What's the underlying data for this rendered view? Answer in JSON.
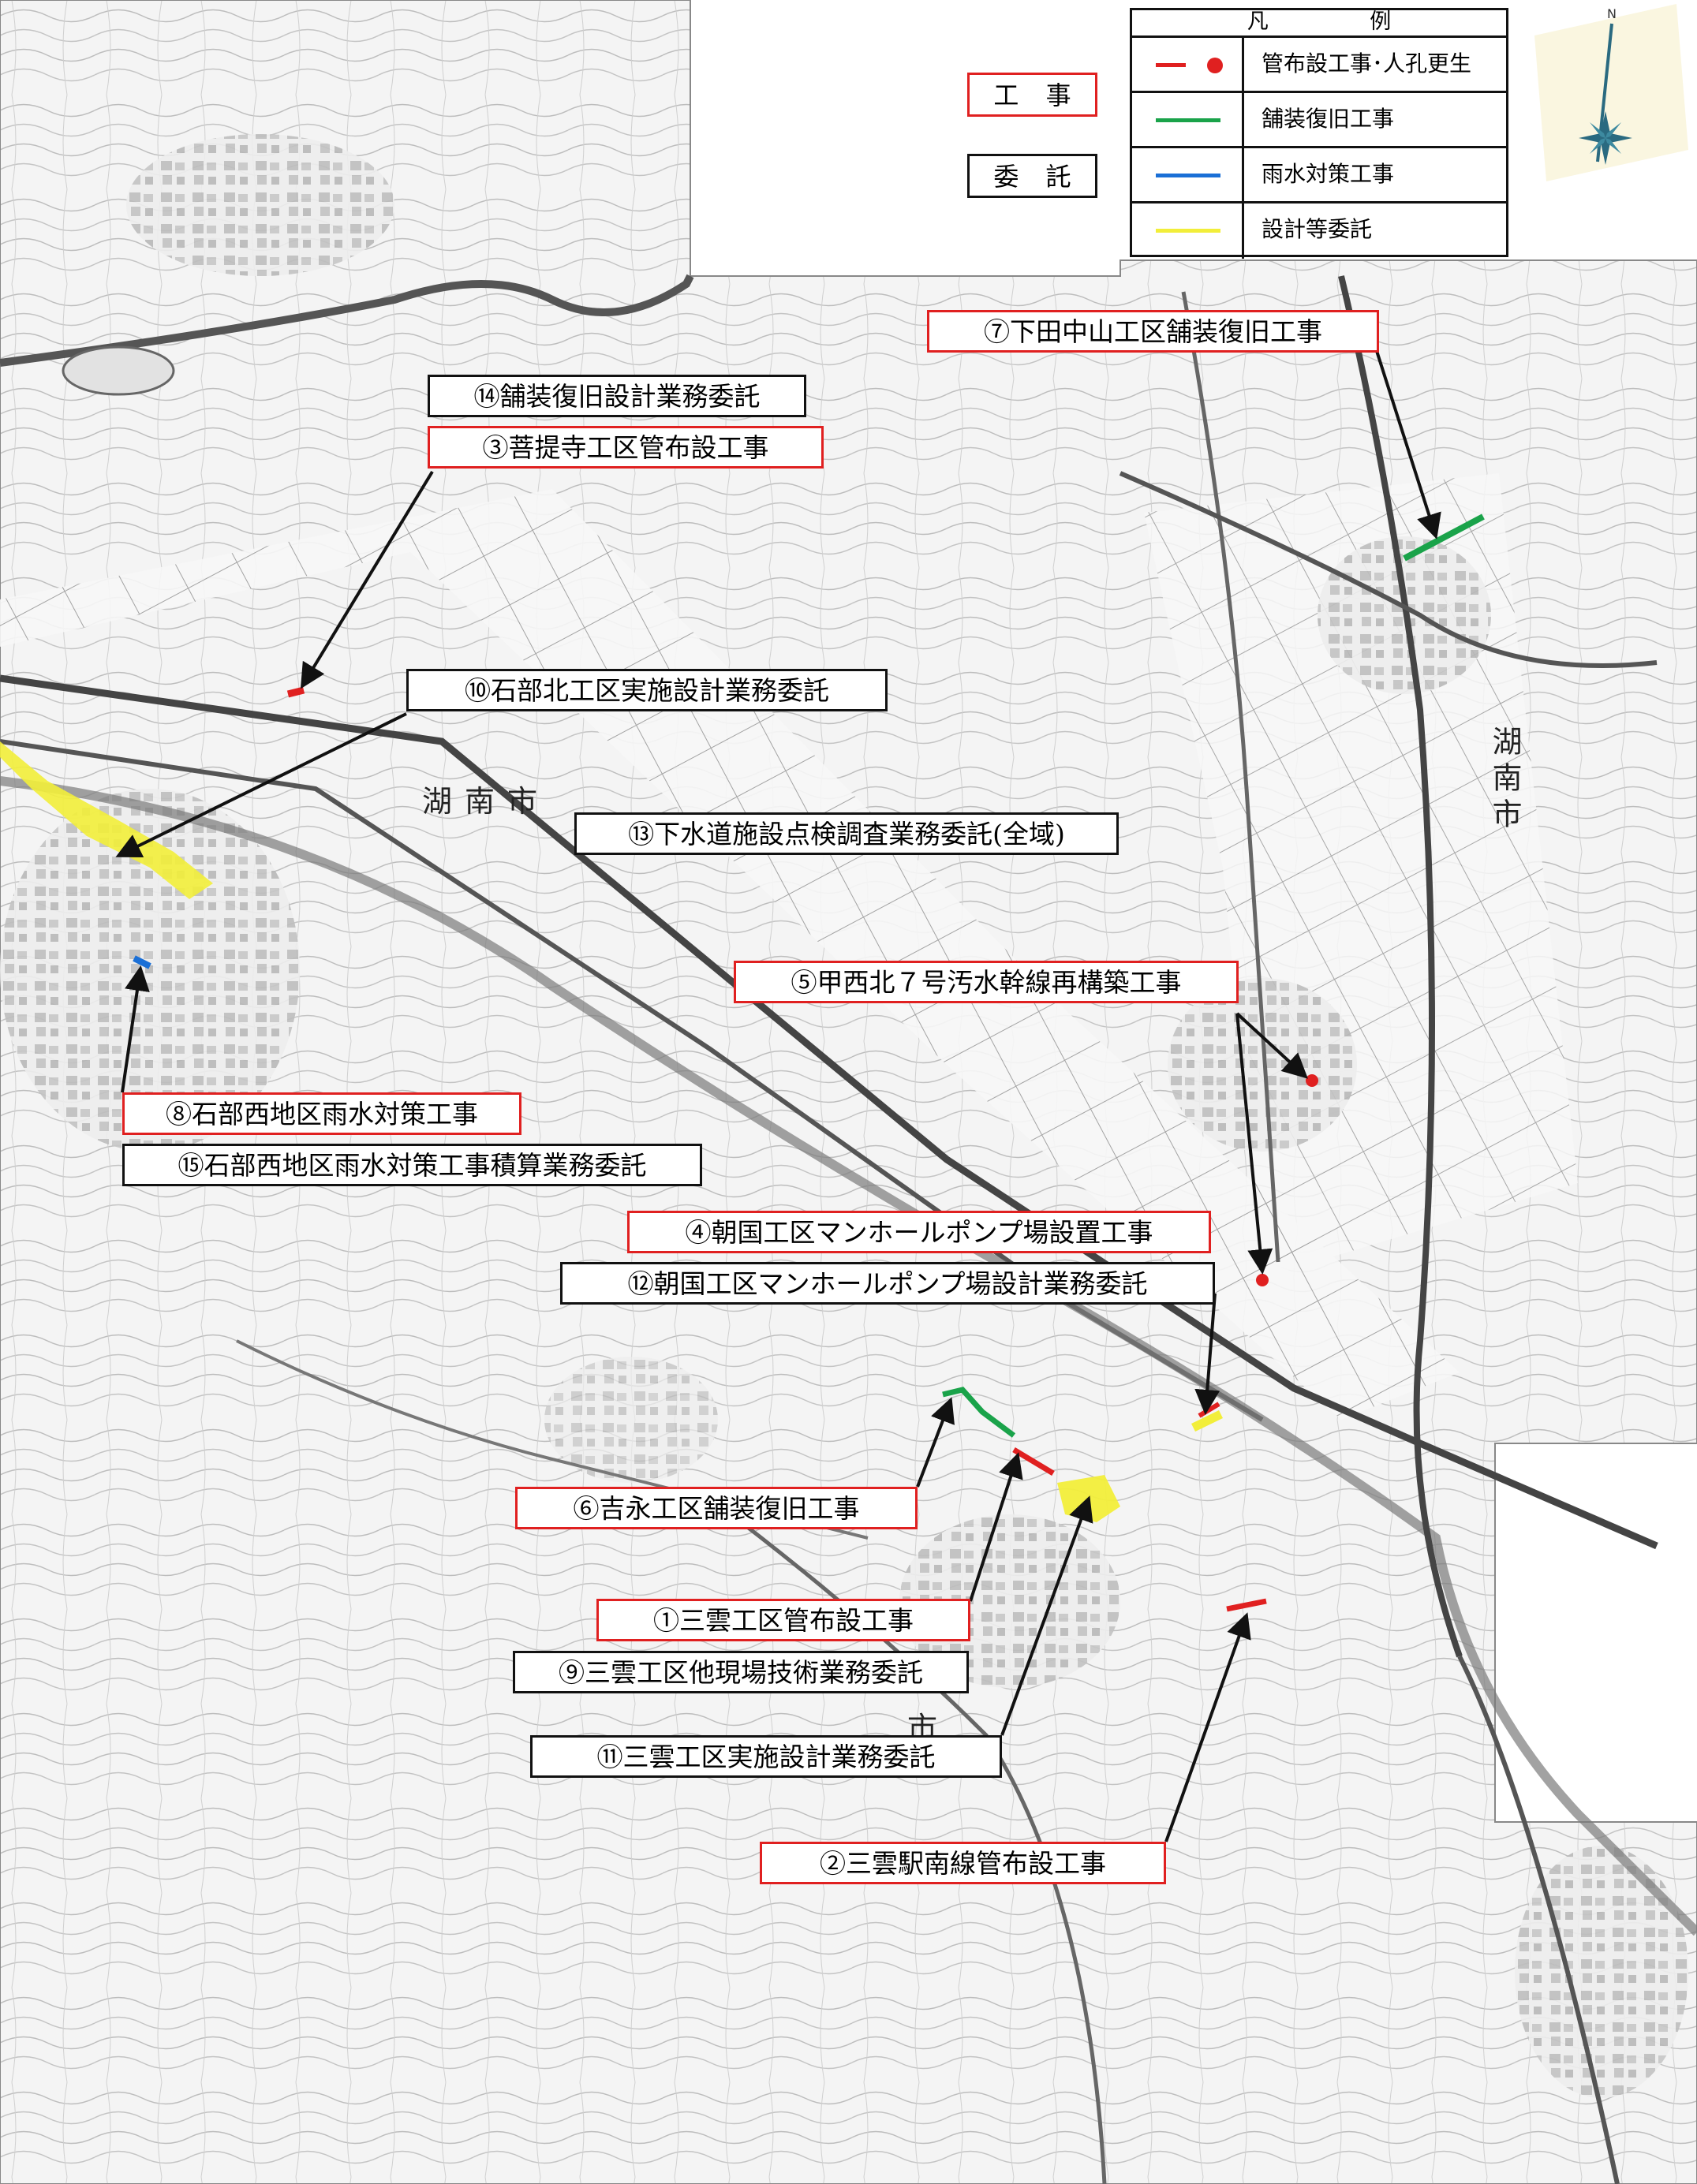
{
  "colors": {
    "construction_border": "#e02020",
    "consignment_border": "#111111",
    "pipe_red": "#e02020",
    "pavement_green": "#1aa34a",
    "rain_blue": "#1a6fd6",
    "design_yellow": "#f2ee3a"
  },
  "type_boxes": {
    "construction": "工 事",
    "consignment": "委 託"
  },
  "legend": {
    "title": "凡 例",
    "rows": [
      {
        "symbol": "red-line-and-dot",
        "label": "管布設工事･人孔更生"
      },
      {
        "symbol": "green-line",
        "label": "舗装復旧工事"
      },
      {
        "symbol": "blue-line",
        "label": "雨水対策工事"
      },
      {
        "symbol": "yellow-line",
        "label": "設計等委託"
      }
    ]
  },
  "map_labels": {
    "city_center": "湖南市",
    "city_east": "湖南市",
    "city_south": "市"
  },
  "projects": [
    {
      "id": "p14",
      "type": "consignment",
      "label": "⑭舗装復旧設計業務委託"
    },
    {
      "id": "p03",
      "type": "construction",
      "label": "③菩提寺工区管布設工事"
    },
    {
      "id": "p07",
      "type": "construction",
      "label": "⑦下田中山工区舗装復旧工事"
    },
    {
      "id": "p10",
      "type": "consignment",
      "label": "⑩石部北工区実施設計業務委託"
    },
    {
      "id": "p13",
      "type": "consignment",
      "label": "⑬下水道施設点検調査業務委託(全域)"
    },
    {
      "id": "p05",
      "type": "construction",
      "label": "⑤甲西北７号汚水幹線再構築工事"
    },
    {
      "id": "p08",
      "type": "construction",
      "label": "⑧石部西地区雨水対策工事"
    },
    {
      "id": "p15",
      "type": "consignment",
      "label": "⑮石部西地区雨水対策工事積算業務委託"
    },
    {
      "id": "p04",
      "type": "construction",
      "label": "④朝国工区マンホールポンプ場設置工事"
    },
    {
      "id": "p12",
      "type": "consignment",
      "label": "⑫朝国工区マンホールポンプ場設計業務委託"
    },
    {
      "id": "p06",
      "type": "construction",
      "label": "⑥吉永工区舗装復旧工事"
    },
    {
      "id": "p01",
      "type": "construction",
      "label": "①三雲工区管布設工事"
    },
    {
      "id": "p09",
      "type": "consignment",
      "label": "⑨三雲工区他現場技術業務委託"
    },
    {
      "id": "p11",
      "type": "consignment",
      "label": "⑪三雲工区実施設計業務委託"
    },
    {
      "id": "p02",
      "type": "construction",
      "label": "②三雲駅南線管布設工事"
    }
  ],
  "compass": {
    "north_label": "N"
  }
}
